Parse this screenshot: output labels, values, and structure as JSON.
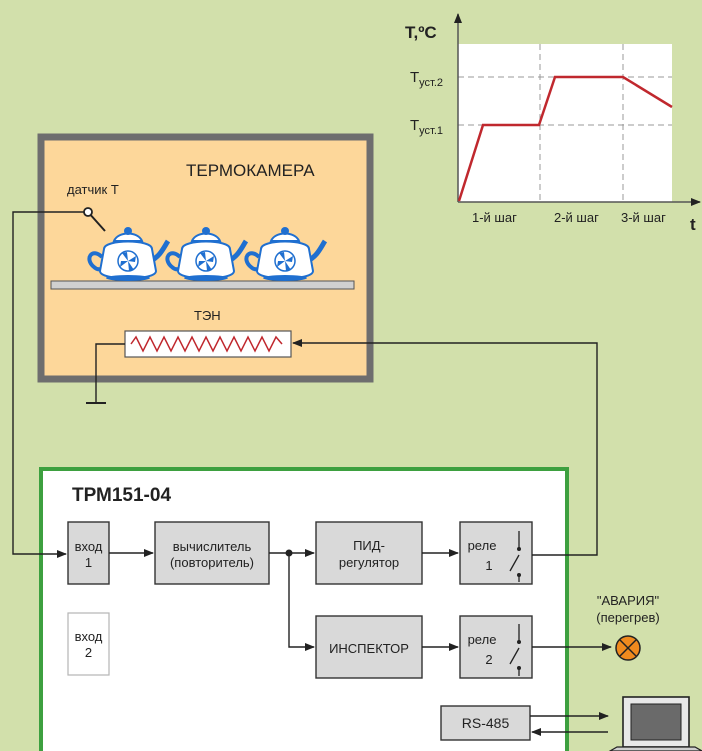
{
  "graph": {
    "y_label": "T,ºC",
    "x_label": "t",
    "setpoint_2": {
      "main": "T",
      "sub": "уст.2"
    },
    "setpoint_1": {
      "main": "T",
      "sub": "уст.1"
    },
    "steps": [
      "1-й шаг",
      "2-й шаг",
      "3-й шаг"
    ],
    "line_color": "#c0282e"
  },
  "chamber": {
    "title": "ТЕРМОКАМЕРА",
    "sensor_label": "датчик Т",
    "heater_label": "ТЭН",
    "fill_color": "#fdd79a",
    "wall_color": "#6e6e6e",
    "teapot_icon_color": "#1f6fd0"
  },
  "device": {
    "title": "ТРМ151-04",
    "title_color": "#2e8b3a",
    "input_1": [
      "вход",
      "1"
    ],
    "input_2": [
      "вход",
      "2"
    ],
    "calculator": [
      "вычислитель",
      "(повторитель)"
    ],
    "pid": [
      "ПИД-",
      "регулятор"
    ],
    "relay_1": [
      "реле",
      "1"
    ],
    "inspector": "ИНСПЕКТОР",
    "relay_2": [
      "реле",
      "2"
    ],
    "interface": "RS-485"
  },
  "alarm": {
    "label_1": "\"АВАРИЯ\"",
    "label_2": "(перегрев)",
    "lamp_color": "#f08a1e"
  }
}
